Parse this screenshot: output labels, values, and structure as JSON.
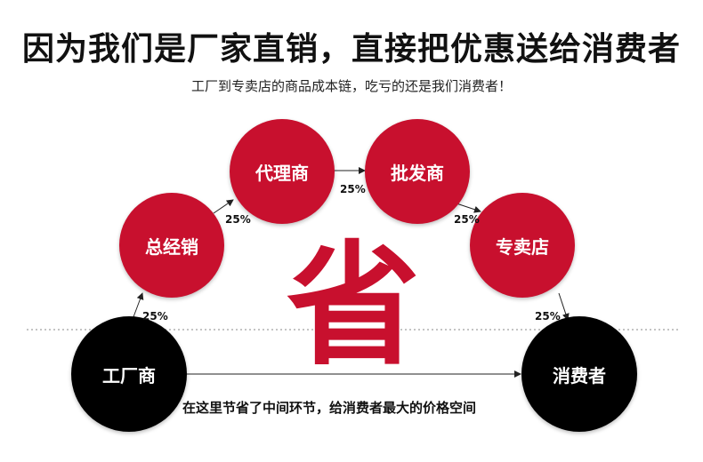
{
  "title": "因为我们是厂家直销，直接把优惠送给消费者",
  "subtitle": "工厂到专卖店的商品成本链，吃亏的还是我们消费者！",
  "nodes": {
    "factory": "工厂商",
    "general": "总经销",
    "agent": "代理商",
    "wholesaler": "批发商",
    "store": "专卖店",
    "consumer": "消费者"
  },
  "markups": {
    "m1": "25%",
    "m2": "25%",
    "m3": "25%",
    "m4": "25%",
    "m5": "25%"
  },
  "save_char": "省",
  "caption": "在这里节省了中间环节，给消费者最大的价格空间",
  "colors": {
    "red": "#c8102e",
    "black": "#000000"
  }
}
